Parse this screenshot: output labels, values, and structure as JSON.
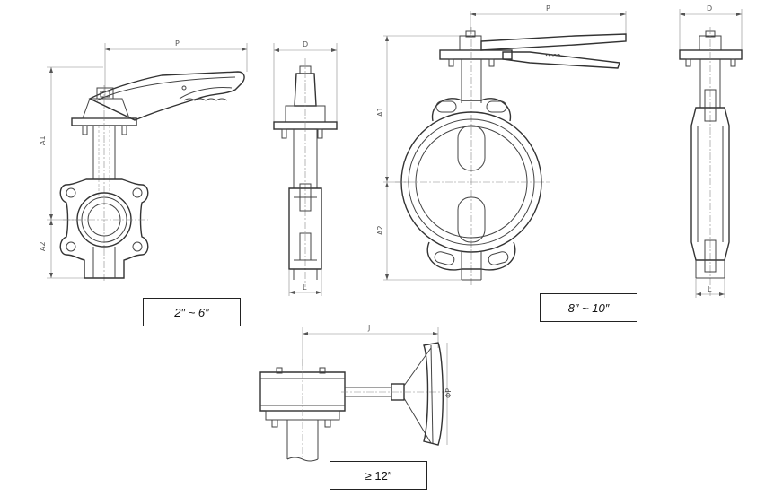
{
  "views": {
    "small": {
      "caption": "2″ ~ 6″",
      "dims": {
        "p": "P",
        "a1": "A1",
        "a2": "A2",
        "d": "D",
        "l": "L"
      }
    },
    "medium": {
      "caption": "8″ ~ 10″",
      "dims": {
        "p": "P",
        "a1": "A1",
        "a2": "A2",
        "d": "D",
        "l": "L"
      }
    },
    "large": {
      "caption": "≥ 12″",
      "dims": {
        "j": "J",
        "phi_p": "ΦP"
      }
    }
  }
}
